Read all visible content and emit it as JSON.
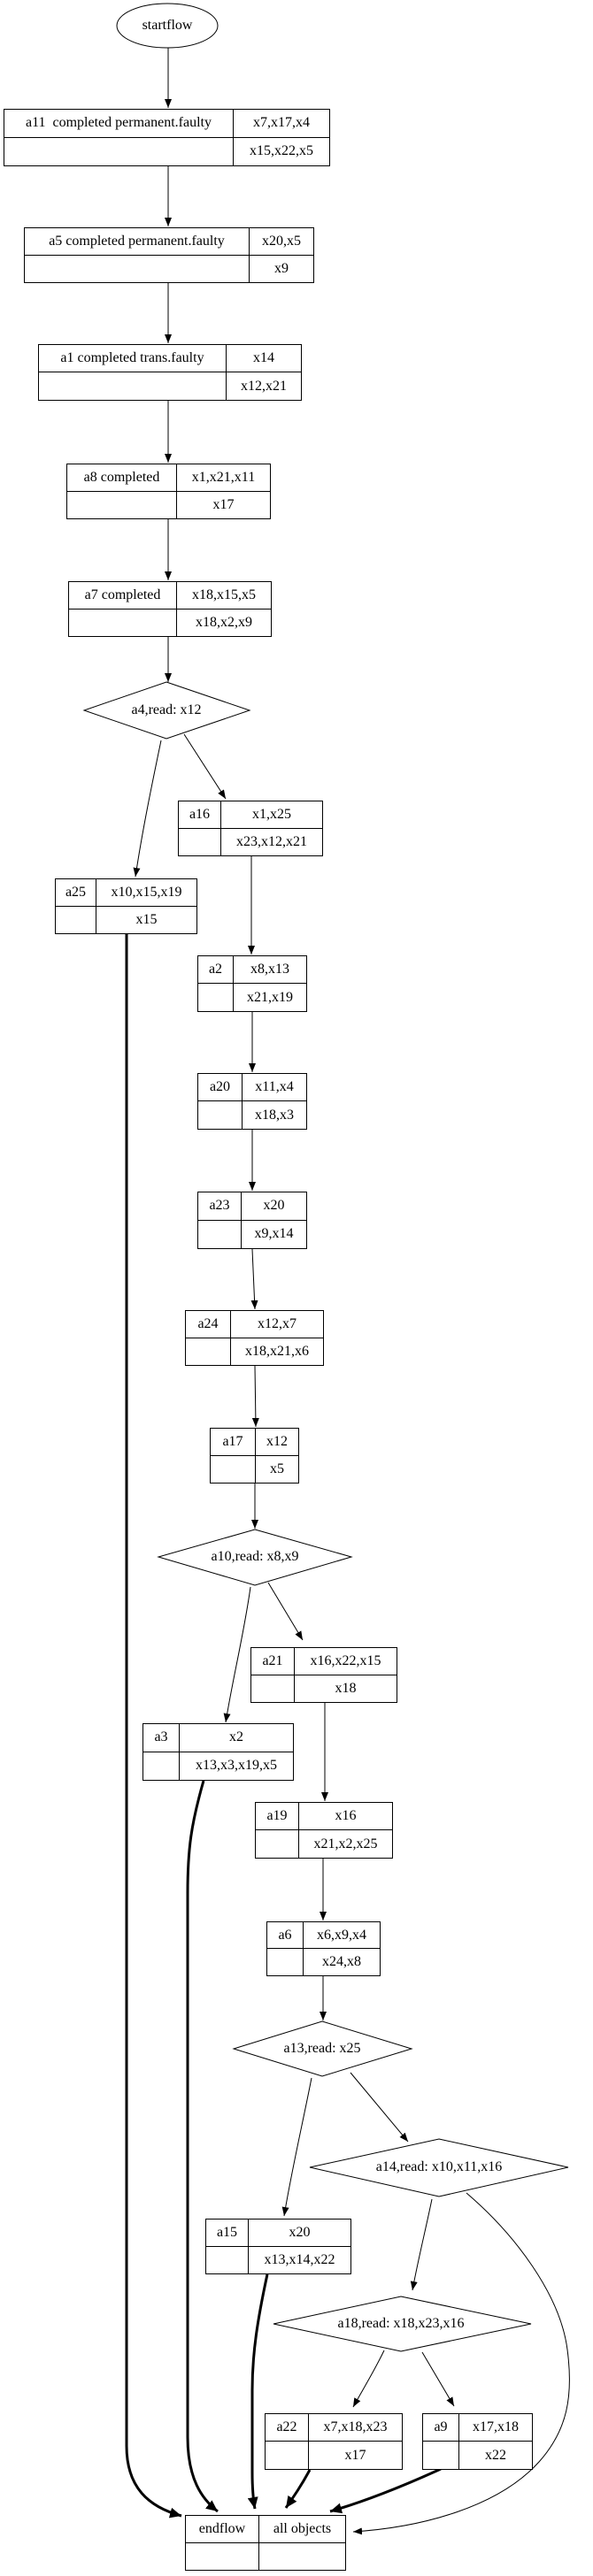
{
  "diagram": {
    "type": "workflow-graph",
    "background": "#ffffff",
    "line_color": "#000000"
  },
  "nodes": {
    "startflow": {
      "label": "startflow"
    },
    "a11": {
      "label": "a11  completed permanent.faulty",
      "top": "x7,x17,x4",
      "bottom": "x15,x22,x5"
    },
    "a5": {
      "label": "a5 completed permanent.faulty",
      "top": "x20,x5",
      "bottom": "x9"
    },
    "a1": {
      "label": "a1 completed trans.faulty",
      "top": "x14",
      "bottom": "x12,x21"
    },
    "a8": {
      "label": "a8 completed",
      "top": "x1,x21,x11",
      "bottom": "x17"
    },
    "a7": {
      "label": "a7 completed",
      "top": "x18,x15,x5",
      "bottom": "x18,x2,x9"
    },
    "a4": {
      "label": "a4,read: x12"
    },
    "a16": {
      "label": "a16",
      "top": "x1,x25",
      "bottom": "x23,x12,x21"
    },
    "a25": {
      "label": "a25",
      "top": "x10,x15,x19",
      "bottom": "x15"
    },
    "a2": {
      "label": "a2",
      "top": "x8,x13",
      "bottom": "x21,x19"
    },
    "a20": {
      "label": "a20",
      "top": "x11,x4",
      "bottom": "x18,x3"
    },
    "a23": {
      "label": "a23",
      "top": "x20",
      "bottom": "x9,x14"
    },
    "a24": {
      "label": "a24",
      "top": "x12,x7",
      "bottom": "x18,x21,x6"
    },
    "a17": {
      "label": "a17",
      "top": "x12",
      "bottom": "x5"
    },
    "a10": {
      "label": "a10,read: x8,x9"
    },
    "a21": {
      "label": "a21",
      "top": "x16,x22,x15",
      "bottom": "x18"
    },
    "a3": {
      "label": "a3",
      "top": "x2",
      "bottom": "x13,x3,x19,x5"
    },
    "a19": {
      "label": "a19",
      "top": "x16",
      "bottom": "x21,x2,x25"
    },
    "a6": {
      "label": "a6",
      "top": "x6,x9,x4",
      "bottom": "x24,x8"
    },
    "a13": {
      "label": "a13,read: x25"
    },
    "a14": {
      "label": "a14,read: x10,x11,x16"
    },
    "a15": {
      "label": "a15",
      "top": "x20",
      "bottom": "x13,x14,x22"
    },
    "a18": {
      "label": "a18,read: x18,x23,x16"
    },
    "a22": {
      "label": "a22",
      "top": "x7,x18,x23",
      "bottom": "x17"
    },
    "a9": {
      "label": "a9",
      "top": "x17,x18",
      "bottom": "x22"
    },
    "endflow": {
      "label": "endflow",
      "top": "all objects",
      "bottom": ""
    }
  },
  "edges": [
    "startflow->a11",
    "a11->a5",
    "a5->a1",
    "a1->a8",
    "a8->a7",
    "a7->a4",
    "a4->a25",
    "a4->a16",
    "a16->a2",
    "a2->a20",
    "a20->a23",
    "a23->a24",
    "a24->a17",
    "a17->a10",
    "a10->a3",
    "a10->a21",
    "a21->a19",
    "a19->a6",
    "a6->a13",
    "a13->a15",
    "a13->a14",
    "a14->a18",
    "a14->endflow",
    "a18->a22",
    "a18->a9",
    "a25->endflow",
    "a3->endflow",
    "a15->endflow",
    "a22->endflow",
    "a9->endflow"
  ]
}
